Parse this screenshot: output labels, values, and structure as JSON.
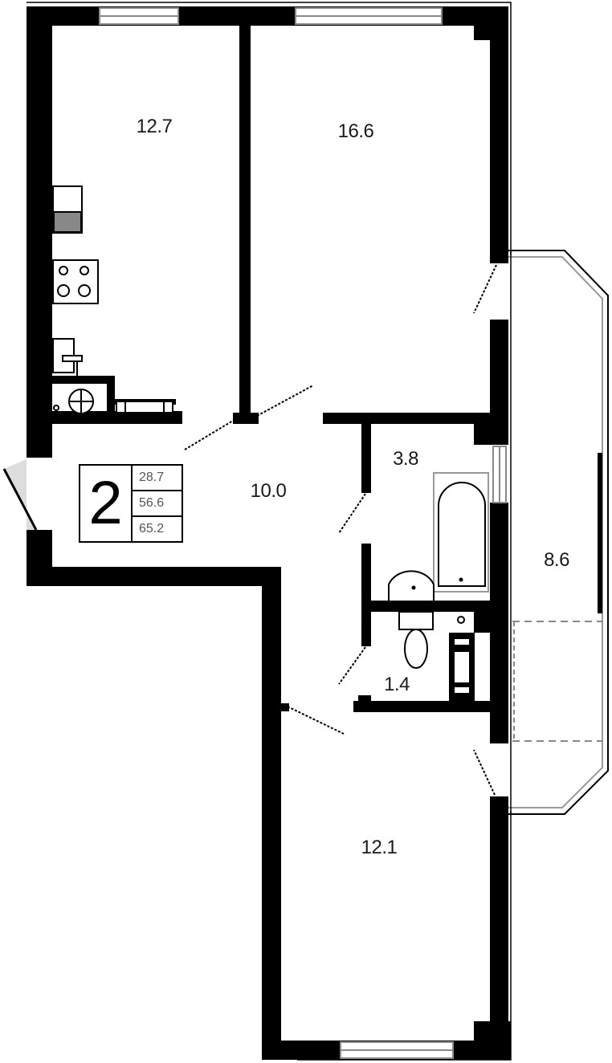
{
  "plan": {
    "room_count": "2",
    "areas": {
      "living": "28.7",
      "total": "56.6",
      "total_with_balcony": "65.2"
    },
    "rooms": [
      {
        "name": "kitchen",
        "area": "12.7"
      },
      {
        "name": "bedroom-large",
        "area": "16.6"
      },
      {
        "name": "hallway",
        "area": "10.0"
      },
      {
        "name": "bathroom",
        "area": "3.8"
      },
      {
        "name": "toilet",
        "area": "1.4"
      },
      {
        "name": "bedroom-small",
        "area": "12.1"
      },
      {
        "name": "balcony",
        "area": "8.6"
      }
    ],
    "colors": {
      "wall": "#000000",
      "background": "#ffffff",
      "text": "#1a1a1a",
      "window": "#9a9a9a"
    }
  }
}
